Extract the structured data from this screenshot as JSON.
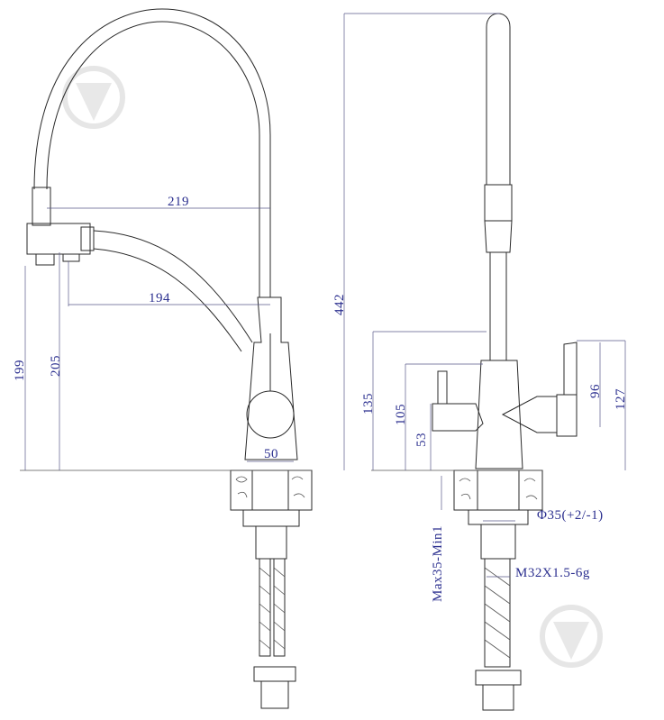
{
  "dimensions": {
    "d219": "219",
    "d194": "194",
    "d199": "199",
    "d205": "205",
    "d50": "50",
    "d442": "442",
    "d135": "135",
    "d105": "105",
    "d53": "53",
    "d96": "96",
    "d127": "127",
    "thread": "M32X1.5-6g",
    "diameter": "Φ35(+2/-1)",
    "counter": "Max35-Min1"
  },
  "watermark": {
    "icon": "brand-shield-icon"
  }
}
